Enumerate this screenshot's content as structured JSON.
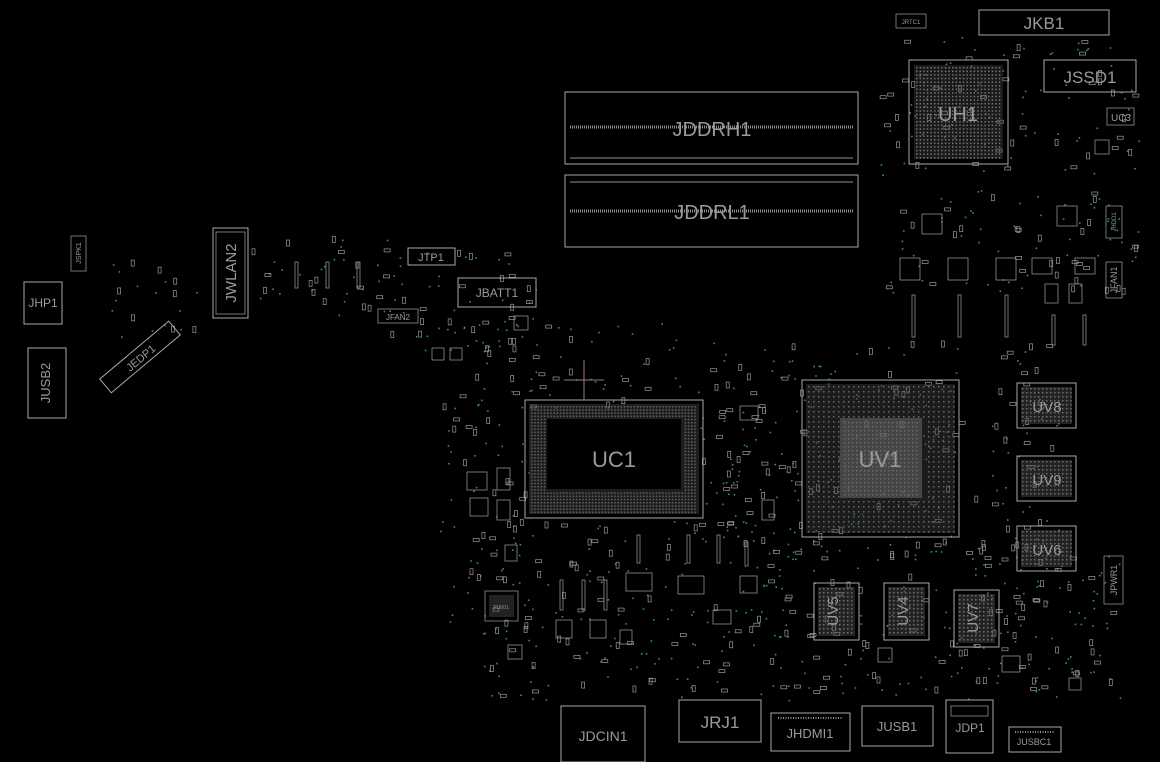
{
  "viewer": {
    "background": "#000000",
    "outline_color": "#a9a9a9",
    "via_color": "#2e8f86",
    "cursor": "crosshair-icon"
  },
  "connectors": {
    "jkb1": "JKB1",
    "jssd1": "JSSD1",
    "jddrh1": "JDDRH1",
    "jddrl1": "JDDRL1",
    "jwlan2": "JWLAN2",
    "jtp1": "JTP1",
    "jbatt1": "JBATT1",
    "jfan2": "JFAN2",
    "jfan1": "JFAN1",
    "jhp1": "JHP1",
    "jspk1": "JSPK1",
    "jusb2": "JUSB2",
    "jedp1": "JEDP1",
    "jpwr1": "JPWR1",
    "jdcin1": "JDCIN1",
    "jrj1": "JRJ1",
    "jhdmi1": "JHDMI1",
    "jusb1": "JUSB1",
    "jdp1": "JDP1",
    "jusbc1": "JUSBC1",
    "jrtc1": "JRTC1",
    "jhdd1": "JHDD1"
  },
  "components": {
    "uc1": "UC1",
    "uv1": "UV1",
    "uh1": "UH1",
    "uc3": "UC3",
    "uv8": "UV8",
    "uv9": "UV9",
    "uv6": "UV6",
    "uv5": "UV5",
    "uv4": "UV4",
    "uv7": "UV7",
    "pu601": "PU601"
  }
}
